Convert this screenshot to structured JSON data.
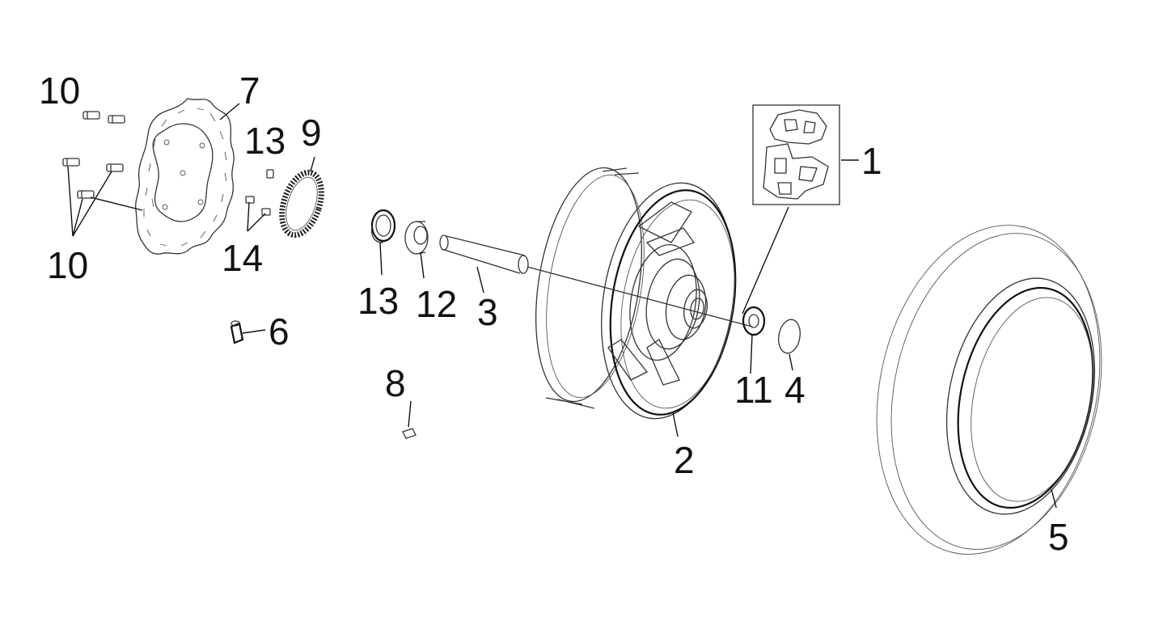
{
  "diagram": {
    "callouts": [
      "1",
      "2",
      "3",
      "4",
      "5",
      "6",
      "7",
      "8",
      "9",
      "10",
      "10",
      "11",
      "12",
      "13",
      "13",
      "14"
    ]
  },
  "parts": [
    {
      "name": "cushion-rubber-set-icon"
    },
    {
      "name": "rear-wheel-rim-icon"
    },
    {
      "name": "axle-spacer-tube-icon"
    },
    {
      "name": "circlip-ring-icon"
    },
    {
      "name": "rear-tire-icon"
    },
    {
      "name": "air-valve-icon"
    },
    {
      "name": "brake-disc-icon"
    },
    {
      "name": "wheel-weight-icon"
    },
    {
      "name": "abs-tone-ring-icon"
    },
    {
      "name": "disc-bolt-icon"
    },
    {
      "name": "bearing-icon"
    },
    {
      "name": "spacer-collar-icon"
    },
    {
      "name": "oil-seal-icon"
    },
    {
      "name": "screw-icon"
    }
  ]
}
